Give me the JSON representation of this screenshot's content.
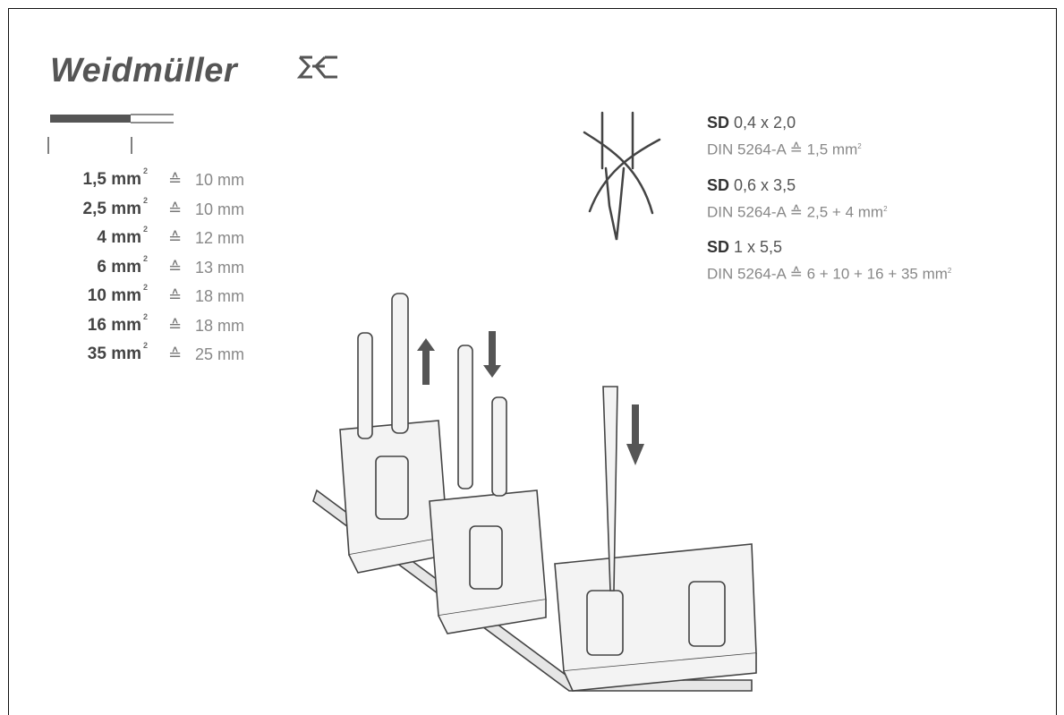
{
  "brand": {
    "name": "Weidmüller"
  },
  "strip_lengths": [
    {
      "size": "1,5 mm",
      "sup": "2",
      "eq": "≙",
      "length": "10 mm"
    },
    {
      "size": "2,5 mm",
      "sup": "2",
      "eq": "≙",
      "length": "10 mm"
    },
    {
      "size": "4 mm",
      "sup": "2",
      "eq": "≙",
      "length": "12 mm"
    },
    {
      "size": "6 mm",
      "sup": "2",
      "eq": "≙",
      "length": "13 mm"
    },
    {
      "size": "10 mm",
      "sup": "2",
      "eq": "≙",
      "length": "18 mm"
    },
    {
      "size": "16 mm",
      "sup": "2",
      "eq": "≙",
      "length": "18 mm"
    },
    {
      "size": "35 mm",
      "sup": "2",
      "eq": "≙",
      "length": "25 mm"
    }
  ],
  "tools": [
    {
      "code": "SD",
      "dims": "0,4 x 2,0",
      "din": "DIN 5264-A ≙ 1,5 mm",
      "sup": "2"
    },
    {
      "code": "SD",
      "dims": "0,6 x 3,5",
      "din": "DIN 5264-A ≙ 2,5 + 4 mm",
      "sup": "2"
    },
    {
      "code": "SD",
      "dims": "1 x 5,5",
      "din": "DIN 5264-A ≙ 6 + 10 + 16 + 35 mm",
      "sup": "2"
    }
  ],
  "colors": {
    "text": "#555555",
    "line": "#444444",
    "frame": "#111111"
  },
  "icons": [
    "weidmuller-logo-icon",
    "stripped-wire-icon",
    "screwdriver-icon",
    "arrow-up-icon",
    "arrow-down-icon"
  ]
}
